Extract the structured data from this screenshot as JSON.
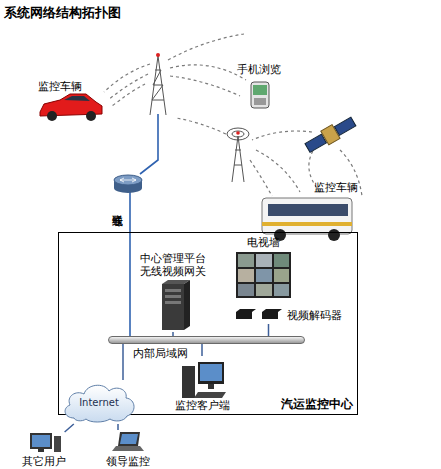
{
  "diagram": {
    "title": "系统网络结构拓扑图",
    "nodes": [
      {
        "text": [
          "监控车辆"
        ]
      },
      {
        "text": [
          "手机浏览"
        ]
      },
      {
        "text": [
          "监控车辆"
        ]
      },
      {
        "text": [
          "汽运监控中心"
        ]
      },
      {
        "text": [
          "电视墙"
        ],
        "in": 3
      },
      {
        "text": [
          "中心管理平台 无线视频网关"
        ],
        "in": 3
      },
      {
        "text": [
          "视频解码器"
        ],
        "in": 3
      },
      {
        "text": [
          "内部局域网"
        ],
        "in": 3
      },
      {
        "text": [
          "监控客户端"
        ],
        "in": 3
      },
      {
        "text": [
          "Internet"
        ]
      },
      {
        "text": [
          "其它用户"
        ]
      },
      {
        "text": [
          "领导监控"
        ]
      }
    ],
    "edges": [
      {
        "from": 5,
        "to": 7,
        "arrow": "none"
      },
      {
        "from": 6,
        "to": 7,
        "arrow": "none"
      },
      {
        "from": 7,
        "to": 8,
        "arrow": "none"
      },
      {
        "from": 9,
        "to": 7,
        "arrow": "none"
      },
      {
        "from": 9,
        "to": 10,
        "arrow": "none"
      },
      {
        "from": 9,
        "to": 11,
        "arrow": "none"
      }
    ],
    "labels": [
      "联通专线"
    ]
  }
}
